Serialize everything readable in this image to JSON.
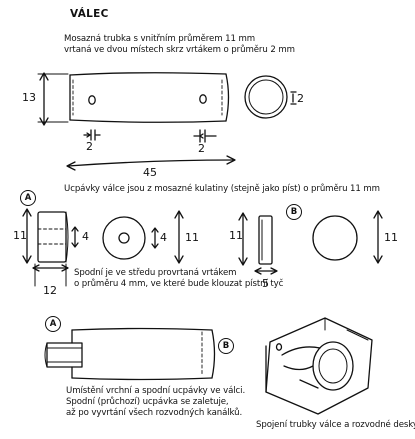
{
  "title": "VÁLEC",
  "desc1": [
    "Mosazná trubka s vnitřním průměrem 11 mm",
    "vrtaná ve dvou místech skrz vrtákem o průměru 2 mm"
  ],
  "tube_dims": {
    "height": "13",
    "hole_left": "2",
    "hole_right": "2",
    "length": "45",
    "wall": "2"
  },
  "desc2": "Ucpávky válce jsou z mosazné kulatiny (stejně jako píst) o průměru 11 mm",
  "markers": {
    "a": "A",
    "b": "B"
  },
  "plug_a_dims": {
    "height": "11",
    "bore": "4",
    "face_height": "4",
    "outer": "11",
    "length": "12"
  },
  "plug_b_dims": {
    "height": "11",
    "width": "5",
    "outer": "11"
  },
  "desc3": [
    "Spodní je ve středu provrtaná vrtákem",
    "o průměru 4 mm, ve které bude klouzat pístní tyč"
  ],
  "desc4": [
    "Umístění vrchní a spodní ucpávky ve válci.",
    "Spodní (průchozí) ucpávka se zaletuje,",
    "až po vyvrtání všech rozvodných kanálků."
  ],
  "desc5": "Spojení trubky válce a rozvodné desky."
}
